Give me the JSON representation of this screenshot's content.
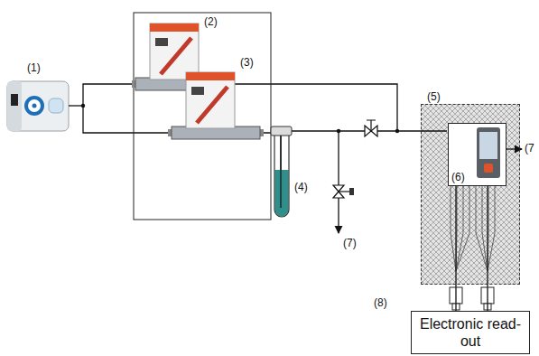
{
  "diagram": {
    "nodes": [
      {
        "text": [
          "(5)"
        ]
      },
      {
        "text": [
          "(6)"
        ],
        "in": 0
      },
      {
        "text": [
          "Electronic read-out"
        ]
      }
    ],
    "edges": [
      {
        "from": 1,
        "to": 2,
        "arrow": "none"
      },
      {
        "from": 1,
        "to": 2,
        "arrow": "none"
      }
    ],
    "labels": [
      "(1)",
      "(2)",
      "(3)",
      "(4)",
      "(7)",
      "(7",
      "(8)"
    ]
  }
}
